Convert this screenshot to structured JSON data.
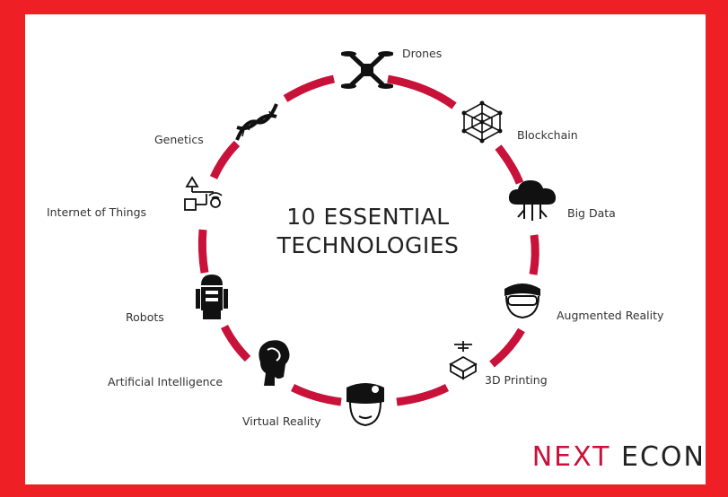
{
  "title": {
    "line1": "10 ESSENTIAL",
    "line2": "TECHNOLOGIES"
  },
  "technologies": [
    {
      "label": "Drones",
      "icon": "drone-icon"
    },
    {
      "label": "Blockchain",
      "icon": "blockchain-icon"
    },
    {
      "label": "Big Data",
      "icon": "cloud-data-icon"
    },
    {
      "label": "Augmented Reality",
      "icon": "ar-headset-icon"
    },
    {
      "label": "3D Printing",
      "icon": "3d-printer-icon"
    },
    {
      "label": "Virtual Reality",
      "icon": "vr-headset-icon"
    },
    {
      "label": "Artificial Intelligence",
      "icon": "brain-head-icon"
    },
    {
      "label": "Robots",
      "icon": "robot-icon"
    },
    {
      "label": "Internet of Things",
      "icon": "iot-icon"
    },
    {
      "label": "Genetics",
      "icon": "dna-icon"
    }
  ],
  "brand": {
    "part1": "NEXT",
    "part2": "ECON"
  },
  "colors": {
    "border": "#ee2026",
    "ring": "#c8123a",
    "text": "#333333"
  }
}
